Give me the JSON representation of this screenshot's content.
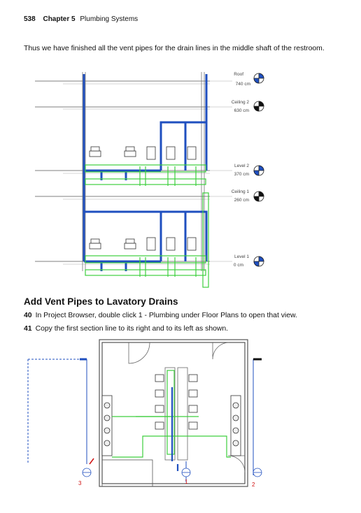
{
  "header": {
    "page_number": "538",
    "chapter": "Chapter 5",
    "title": "Plumbing Systems"
  },
  "intro_text": "Thus we have finished all the vent pipes for the drain lines in the middle shaft of the restroom.",
  "section_view": {
    "levels": [
      {
        "name": "Roof",
        "elevation": "740 cm"
      },
      {
        "name": "Ceiling 2",
        "elevation": "630 cm"
      },
      {
        "name": "Level 2",
        "elevation": "370 cm"
      },
      {
        "name": "Ceiling 1",
        "elevation": "260 cm"
      },
      {
        "name": "Level 1",
        "elevation": "0 cm"
      }
    ]
  },
  "heading": "Add Vent Pipes to Lavatory Drains",
  "steps": [
    {
      "number": "40",
      "text": "In Project Browser, double click 1 - Plumbing under Floor Plans to open that view."
    },
    {
      "number": "41",
      "text": "Copy the first section line to its right and to its left as shown."
    }
  ],
  "plan_view": {
    "section_tags": [
      "3",
      "1",
      "2"
    ]
  },
  "colors": {
    "vent_pipe": "#1f4fbf",
    "drain_pipe": "#3ecf3e",
    "section_tag": "#d01010"
  }
}
